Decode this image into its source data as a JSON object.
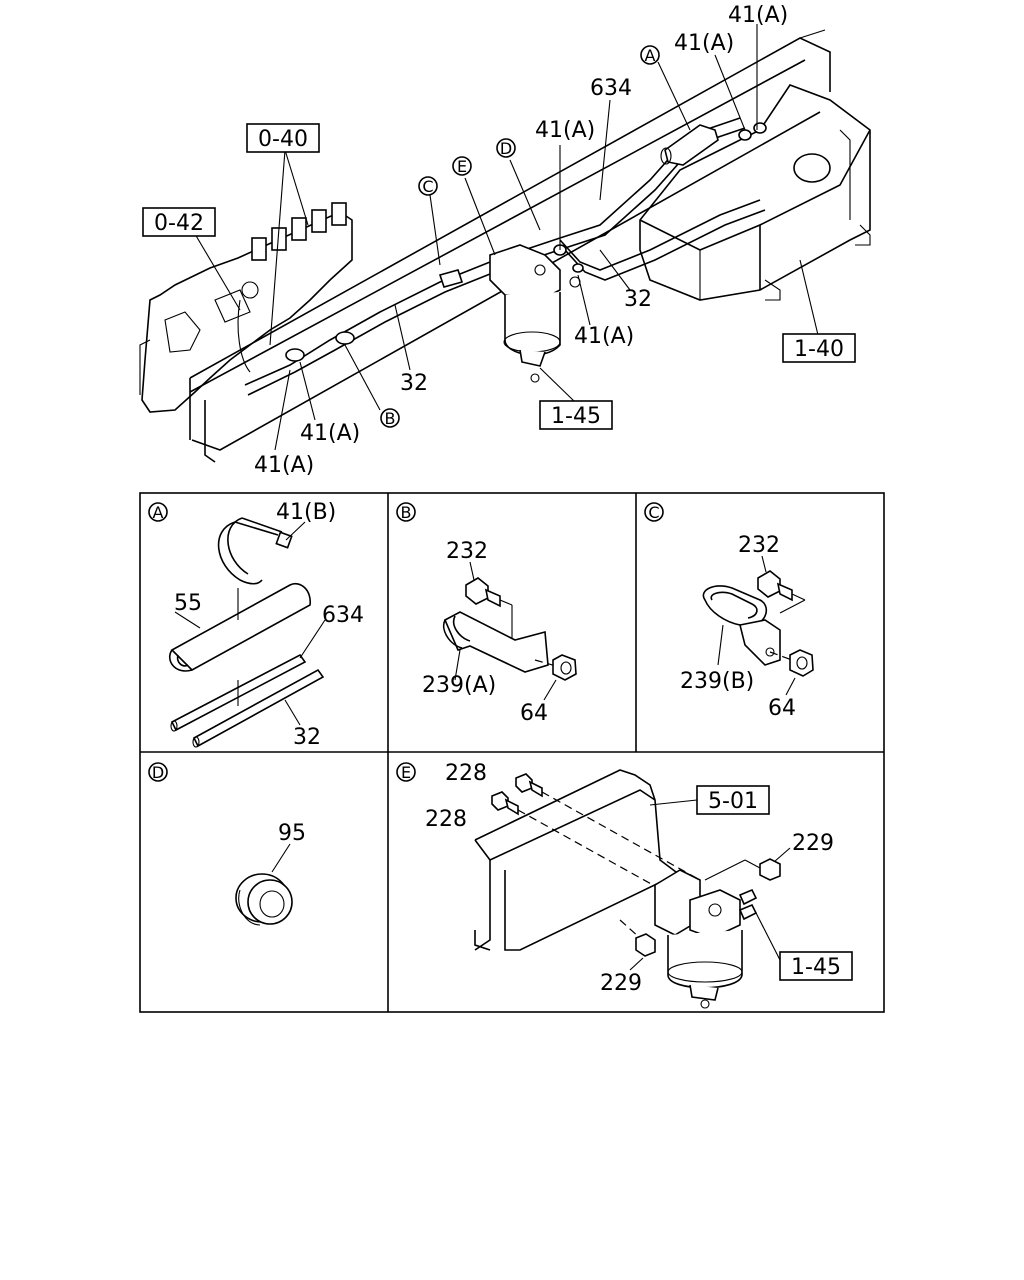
{
  "main": {
    "labels": {
      "a_41a_top": "41(A)",
      "a_41a_second": "41(A)",
      "p634": "634",
      "a_41a_mid": "41(A)",
      "p32_right": "32",
      "a_41a_center": "41(A)",
      "p32_center": "32",
      "a_41a_left1": "41(A)",
      "a_41a_left2": "41(A)"
    },
    "refs": {
      "r040": "0-40",
      "r042": "0-42",
      "r140": "1-40",
      "r145": "1-45"
    },
    "callouts": {
      "a": "A",
      "b": "B",
      "c": "C",
      "d": "D",
      "e": "E"
    }
  },
  "detail_a": {
    "callout": "A",
    "labels": [
      "41(B)",
      "55",
      "634",
      "32"
    ]
  },
  "detail_b": {
    "callout": "B",
    "labels": [
      "232",
      "239(A)",
      "64"
    ]
  },
  "detail_c": {
    "callout": "C",
    "labels": [
      "232",
      "239(B)",
      "64"
    ]
  },
  "detail_d": {
    "callout": "D",
    "labels": [
      "95"
    ]
  },
  "detail_e": {
    "callout": "E",
    "labels": [
      "228",
      "228",
      "5-01",
      "229",
      "229",
      "1-45"
    ]
  }
}
